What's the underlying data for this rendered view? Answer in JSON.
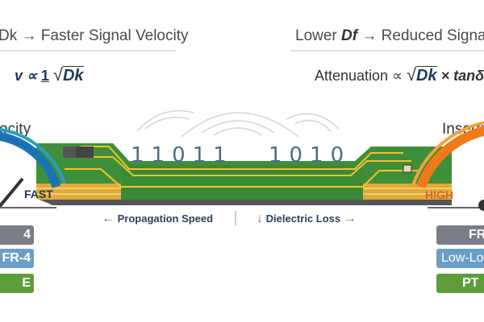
{
  "left": {
    "heading": "Dk → Faster Signal Velocity",
    "formula": {
      "lhs": "v ∝ ",
      "frac": "1",
      "root": "Dk"
    },
    "gauge_title": "ocity",
    "gauge_label": "FAST",
    "gauge_color": "#1a74b4",
    "materials": [
      "4",
      "FR-4",
      "E"
    ]
  },
  "right": {
    "heading_pre": "Lower ",
    "heading_var": "Df",
    "heading_post": " → Reduced Signal",
    "formula": {
      "lhs": "Attenuation ∝ ",
      "root": "Dk",
      "rest": " × tanδ"
    },
    "gauge_title": "Insertio",
    "gauge_label": "HIGH",
    "gauge_color": "#f07a1a",
    "materials": [
      "FR",
      "Low-Lo",
      "PT"
    ]
  },
  "center": {
    "bits_left": "11011",
    "bits_right": "1010",
    "propagation_label": "Propagation Speed",
    "loss_label": "Dielectric Loss",
    "pcb_color": "#3f8f3a",
    "trace_color": "#f2c230"
  }
}
